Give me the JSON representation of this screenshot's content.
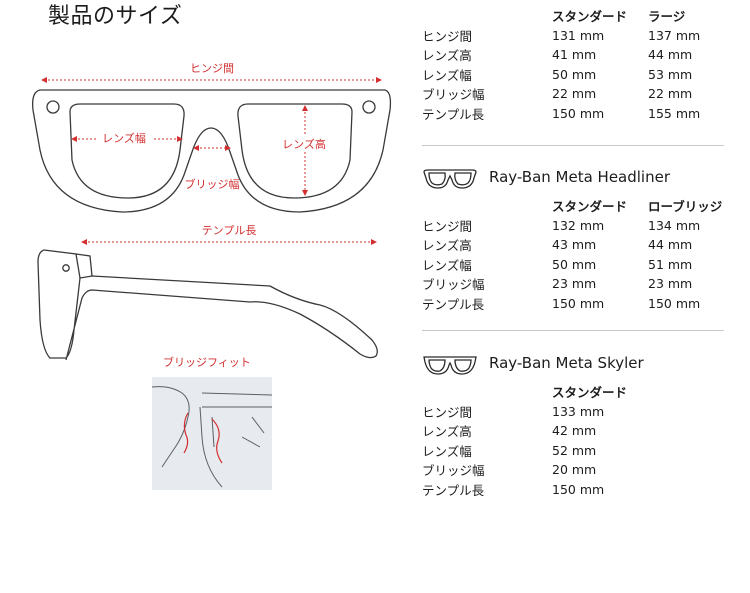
{
  "page_title": "製品のサイズ",
  "diagram": {
    "hinge_width": "ヒンジ間",
    "lens_width": "レンズ幅",
    "lens_height": "レンズ高",
    "bridge_width": "ブリッジ幅",
    "temple_length": "テンプル長",
    "bridge_fit": "ブリッジフィット"
  },
  "specs": [
    {
      "name": "",
      "columns": [
        "スタンダード",
        "ラージ"
      ],
      "rows": [
        {
          "label": "ヒンジ間",
          "values": [
            "131 mm",
            "137 mm"
          ]
        },
        {
          "label": "レンズ高",
          "values": [
            "41 mm",
            "44 mm"
          ]
        },
        {
          "label": "レンズ幅",
          "values": [
            "50 mm",
            "53 mm"
          ]
        },
        {
          "label": "ブリッジ幅",
          "values": [
            "22 mm",
            "22 mm"
          ]
        },
        {
          "label": "テンプル長",
          "values": [
            "150 mm",
            "155 mm"
          ]
        }
      ]
    },
    {
      "name": "Ray-Ban Meta Headliner",
      "columns": [
        "スタンダード",
        "ローブリッジ"
      ],
      "rows": [
        {
          "label": "ヒンジ間",
          "values": [
            "132 mm",
            "134 mm"
          ]
        },
        {
          "label": "レンズ高",
          "values": [
            "43 mm",
            "44 mm"
          ]
        },
        {
          "label": "レンズ幅",
          "values": [
            "50 mm",
            "51 mm"
          ]
        },
        {
          "label": "ブリッジ幅",
          "values": [
            "23 mm",
            "23 mm"
          ]
        },
        {
          "label": "テンプル長",
          "values": [
            "150 mm",
            "150 mm"
          ]
        }
      ]
    },
    {
      "name": "Ray-Ban Meta Skyler",
      "columns": [
        "スタンダード"
      ],
      "rows": [
        {
          "label": "ヒンジ間",
          "values": [
            "133 mm"
          ]
        },
        {
          "label": "レンズ高",
          "values": [
            "42 mm"
          ]
        },
        {
          "label": "レンズ幅",
          "values": [
            "52 mm"
          ]
        },
        {
          "label": "ブリッジ幅",
          "values": [
            "20 mm"
          ]
        },
        {
          "label": "テンプル長",
          "values": [
            "150 mm"
          ]
        }
      ]
    }
  ],
  "colors": {
    "accent_red": "#d32f2f",
    "outline": "#3a3a3a",
    "divider": "#c8c8c8"
  }
}
